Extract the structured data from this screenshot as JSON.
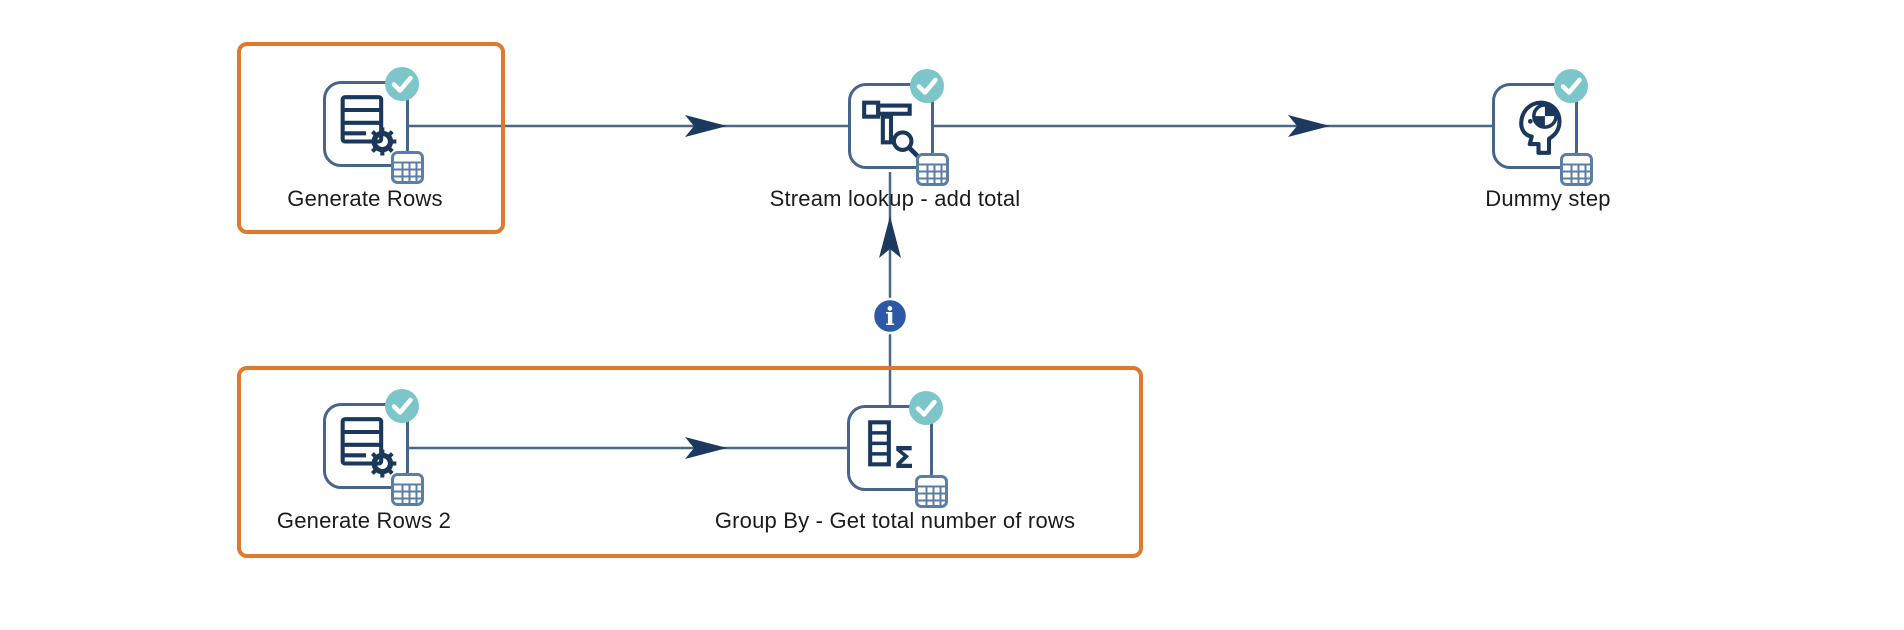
{
  "app": {
    "view": "transformation-canvas"
  },
  "steps": [
    {
      "id": "generate-rows",
      "label": "Generate Rows",
      "icon": "generate-rows-icon",
      "status": "success"
    },
    {
      "id": "stream-lookup",
      "label": "Stream lookup - add total",
      "icon": "stream-lookup-icon",
      "status": "success"
    },
    {
      "id": "dummy-step",
      "label": "Dummy step",
      "icon": "dummy-step-icon",
      "status": "success"
    },
    {
      "id": "generate-rows-2",
      "label": "Generate Rows 2",
      "icon": "generate-rows-icon",
      "status": "success"
    },
    {
      "id": "group-by",
      "label": "Group By - Get total number of rows",
      "icon": "group-by-sigma-icon",
      "status": "success"
    }
  ],
  "glyphs": {
    "sigma": "Σ",
    "info": "i"
  },
  "connectors": [
    {
      "from": "generate-rows",
      "to": "stream-lookup",
      "type": "hop"
    },
    {
      "from": "stream-lookup",
      "to": "dummy-step",
      "type": "hop"
    },
    {
      "from": "generate-rows-2",
      "to": "group-by",
      "type": "hop"
    },
    {
      "from": "group-by",
      "to": "stream-lookup",
      "type": "info-hop",
      "badge": "info-icon"
    }
  ],
  "annotations": [
    {
      "type": "highlight-box",
      "around": [
        "Generate Rows"
      ]
    },
    {
      "type": "highlight-box",
      "around": [
        "Generate Rows 2",
        "Group By - Get total number of rows"
      ]
    }
  ],
  "colors": {
    "highlight_orange": "#e0792c",
    "success_teal": "#7cc5c8",
    "info_blue": "#2b59a5",
    "hop_line": "#4a6785",
    "arrow_navy": "#1b3a5e",
    "icon_frame": "#47648c",
    "icon_glyph": "#1a385c",
    "label_text": "#1b1b1d"
  }
}
